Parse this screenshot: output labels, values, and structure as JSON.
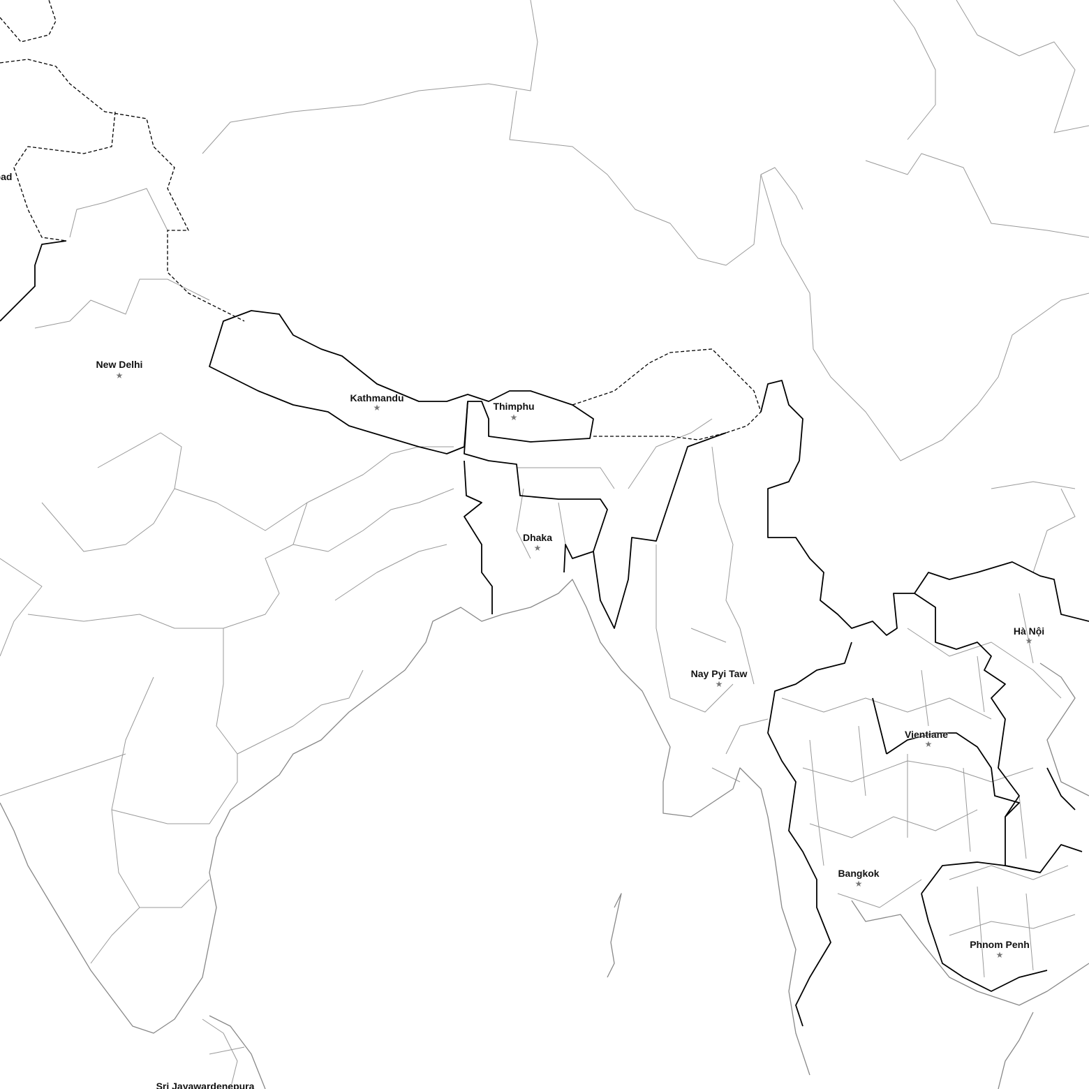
{
  "map": {
    "cities": [
      {
        "id": "islamabad",
        "label": "bad"
      },
      {
        "id": "new-delhi",
        "label": "New Delhi"
      },
      {
        "id": "kathmandu",
        "label": "Kathmandu"
      },
      {
        "id": "thimphu",
        "label": "Thimphu"
      },
      {
        "id": "dhaka",
        "label": "Dhaka"
      },
      {
        "id": "nay-pyi-taw",
        "label": "Nay Pyi Taw"
      },
      {
        "id": "ha-noi",
        "label": "Hà Nội"
      },
      {
        "id": "vientiane",
        "label": "Vientiane"
      },
      {
        "id": "bangkok",
        "label": "Bangkok"
      },
      {
        "id": "phnom-penh",
        "label": "Phnom Penh"
      },
      {
        "id": "sri-jayawardenepura",
        "label": "Sri Jayawardenepura"
      }
    ],
    "capital_marker_icon": "star-icon",
    "colors": {
      "country_border": "#000000",
      "admin_border": "#888888",
      "coastline": "#888888",
      "capital_marker": "#777777"
    }
  }
}
